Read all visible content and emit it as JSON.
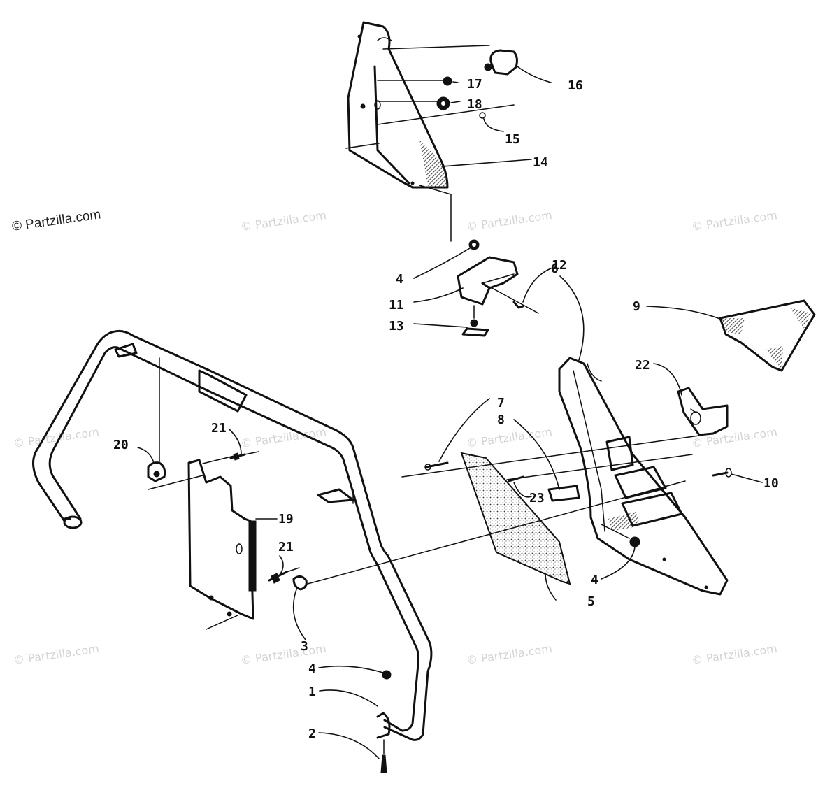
{
  "copyright_label": "© Partzilla.com",
  "watermark": "© Partzilla.com",
  "callouts": [
    "1",
    "2",
    "3",
    "4",
    "5",
    "6",
    "7",
    "8",
    "9",
    "10",
    "11",
    "12",
    "13",
    "14",
    "15",
    "16",
    "17",
    "18",
    "19",
    "20",
    "21",
    "22",
    "23"
  ]
}
